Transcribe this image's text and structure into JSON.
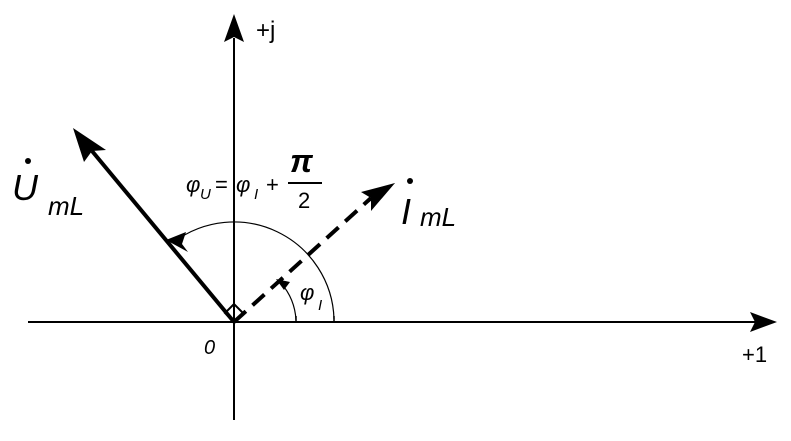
{
  "axes": {
    "imag_label": "+j",
    "real_label": "+1",
    "origin_label": "0"
  },
  "phasors": {
    "voltage": {
      "symbol": "U",
      "subscript": "mL",
      "style": "solid"
    },
    "current": {
      "symbol": "I",
      "subscript": "mL",
      "style": "dashed"
    }
  },
  "relation": {
    "phi": "φ",
    "sub_u": "U",
    "equals": "=",
    "sub_i": "I",
    "plus": "+",
    "numerator": "π",
    "denominator": "2"
  },
  "angle": {
    "phi": "φ",
    "sub": "I"
  },
  "colors": {
    "ink": "#000000",
    "background": "#ffffff"
  }
}
